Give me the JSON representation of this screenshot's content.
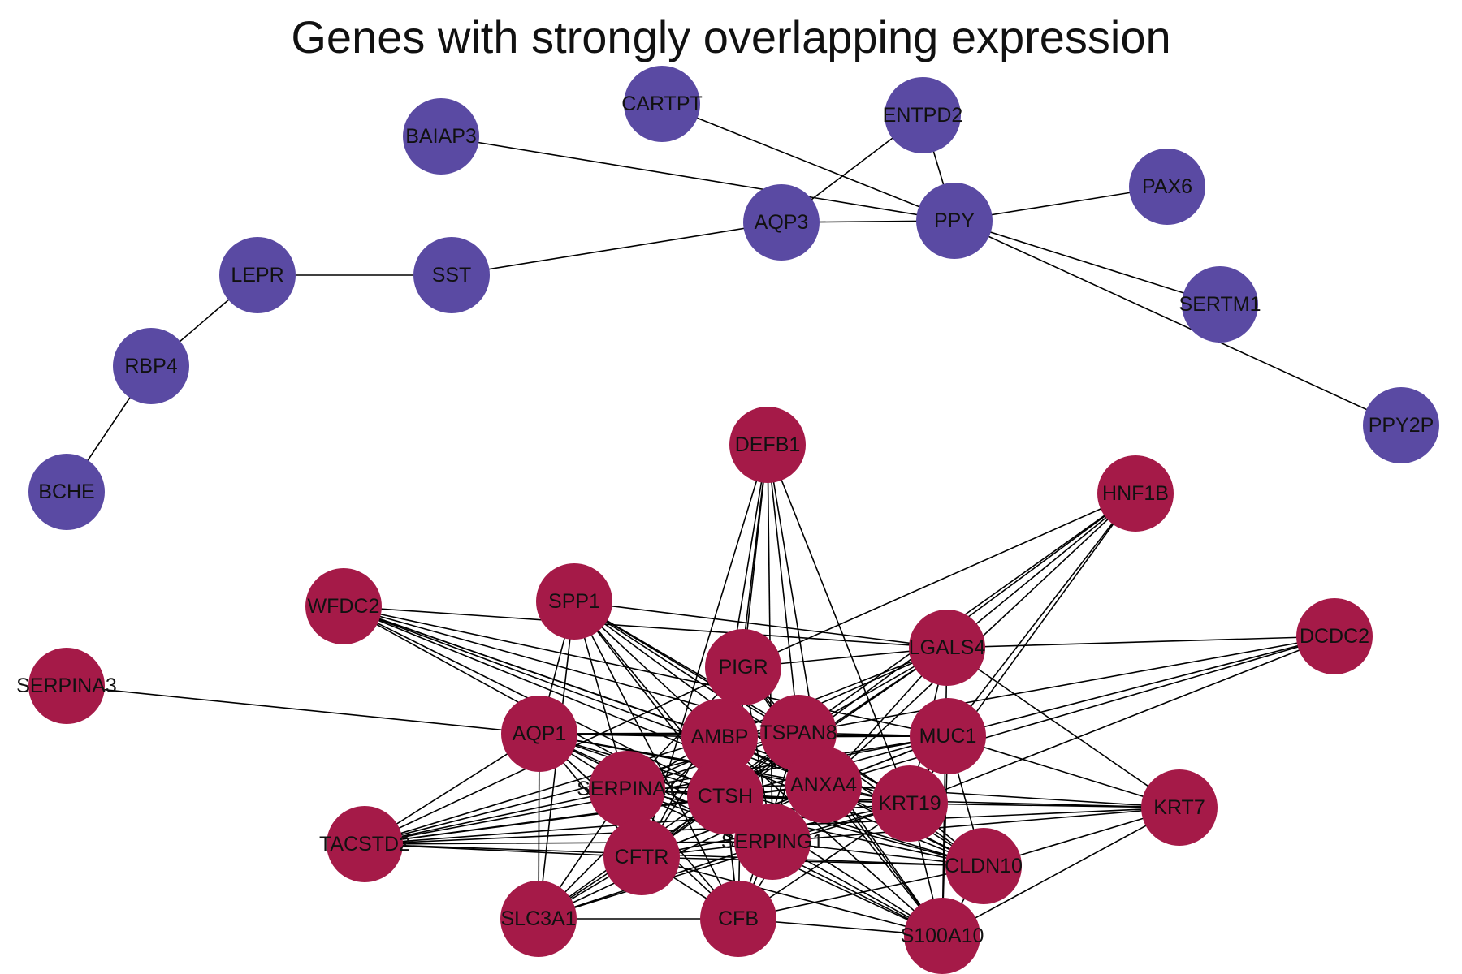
{
  "title": "Genes with strongly overlapping expression",
  "colors": {
    "cluster_1": "#5a4aa3",
    "cluster_2": "#a51a48",
    "edge": "#000000",
    "label": "#111111"
  },
  "nodes": [
    {
      "id": "CARTPT",
      "group": "cluster_1"
    },
    {
      "id": "BAIAP3",
      "group": "cluster_1"
    },
    {
      "id": "ENTPD2",
      "group": "cluster_1"
    },
    {
      "id": "PAX6",
      "group": "cluster_1"
    },
    {
      "id": "AQP3",
      "group": "cluster_1"
    },
    {
      "id": "PPY",
      "group": "cluster_1"
    },
    {
      "id": "LEPR",
      "group": "cluster_1"
    },
    {
      "id": "SST",
      "group": "cluster_1"
    },
    {
      "id": "SERTM1",
      "group": "cluster_1"
    },
    {
      "id": "RBP4",
      "group": "cluster_1"
    },
    {
      "id": "PPY2P",
      "group": "cluster_1"
    },
    {
      "id": "BCHE",
      "group": "cluster_1"
    },
    {
      "id": "DEFB1",
      "group": "cluster_2"
    },
    {
      "id": "HNF1B",
      "group": "cluster_2"
    },
    {
      "id": "SPP1",
      "group": "cluster_2"
    },
    {
      "id": "WFDC2",
      "group": "cluster_2"
    },
    {
      "id": "DCDC2",
      "group": "cluster_2"
    },
    {
      "id": "LGALS4",
      "group": "cluster_2"
    },
    {
      "id": "PIGR",
      "group": "cluster_2"
    },
    {
      "id": "SERPINA3",
      "group": "cluster_2"
    },
    {
      "id": "AQP1",
      "group": "cluster_2"
    },
    {
      "id": "AMBP",
      "group": "cluster_2"
    },
    {
      "id": "TSPAN8",
      "group": "cluster_2"
    },
    {
      "id": "MUC1",
      "group": "cluster_2"
    },
    {
      "id": "SERPINA1",
      "group": "cluster_2"
    },
    {
      "id": "CTSH",
      "group": "cluster_2"
    },
    {
      "id": "ANXA4",
      "group": "cluster_2"
    },
    {
      "id": "KRT19",
      "group": "cluster_2"
    },
    {
      "id": "KRT7",
      "group": "cluster_2"
    },
    {
      "id": "TACSTD2",
      "group": "cluster_2"
    },
    {
      "id": "SERPING1",
      "group": "cluster_2"
    },
    {
      "id": "CFTR",
      "group": "cluster_2"
    },
    {
      "id": "CLDN10",
      "group": "cluster_2"
    },
    {
      "id": "SLC3A1",
      "group": "cluster_2"
    },
    {
      "id": "CFB",
      "group": "cluster_2"
    },
    {
      "id": "S100A10",
      "group": "cluster_2"
    }
  ],
  "edges": [
    [
      "CARTPT",
      "PPY"
    ],
    [
      "BAIAP3",
      "PPY"
    ],
    [
      "ENTPD2",
      "PPY"
    ],
    [
      "ENTPD2",
      "AQP3"
    ],
    [
      "AQP3",
      "PPY"
    ],
    [
      "PPY",
      "PAX6"
    ],
    [
      "PPY",
      "SERTM1"
    ],
    [
      "PPY",
      "PPY2P"
    ],
    [
      "SST",
      "AQP3"
    ],
    [
      "SST",
      "LEPR"
    ],
    [
      "LEPR",
      "RBP4"
    ],
    [
      "RBP4",
      "BCHE"
    ],
    [
      "SERPINA3",
      "AQP1"
    ],
    [
      "DEFB1",
      "PIGR"
    ],
    [
      "DEFB1",
      "AMBP"
    ],
    [
      "DEFB1",
      "TSPAN8"
    ],
    [
      "DEFB1",
      "CTSH"
    ],
    [
      "DEFB1",
      "ANXA4"
    ],
    [
      "DEFB1",
      "SERPING1"
    ],
    [
      "DEFB1",
      "KRT19"
    ],
    [
      "DEFB1",
      "CFTR"
    ],
    [
      "HNF1B",
      "LGALS4"
    ],
    [
      "HNF1B",
      "TSPAN8"
    ],
    [
      "HNF1B",
      "ANXA4"
    ],
    [
      "HNF1B",
      "PIGR"
    ],
    [
      "HNF1B",
      "KRT19"
    ],
    [
      "HNF1B",
      "CTSH"
    ],
    [
      "HNF1B",
      "MUC1"
    ],
    [
      "DCDC2",
      "LGALS4"
    ],
    [
      "DCDC2",
      "TSPAN8"
    ],
    [
      "DCDC2",
      "MUC1"
    ],
    [
      "DCDC2",
      "KRT19"
    ],
    [
      "DCDC2",
      "ANXA4"
    ],
    [
      "WFDC2",
      "LGALS4"
    ],
    [
      "WFDC2",
      "AMBP"
    ],
    [
      "WFDC2",
      "TSPAN8"
    ],
    [
      "WFDC2",
      "CTSH"
    ],
    [
      "WFDC2",
      "ANXA4"
    ],
    [
      "WFDC2",
      "KRT19"
    ],
    [
      "WFDC2",
      "MUC1"
    ],
    [
      "WFDC2",
      "SERPING1"
    ],
    [
      "WFDC2",
      "CLDN10"
    ],
    [
      "SPP1",
      "LGALS4"
    ],
    [
      "SPP1",
      "AMBP"
    ],
    [
      "SPP1",
      "TSPAN8"
    ],
    [
      "SPP1",
      "CTSH"
    ],
    [
      "SPP1",
      "ANXA4"
    ],
    [
      "SPP1",
      "SERPING1"
    ],
    [
      "SPP1",
      "AQP1"
    ],
    [
      "SPP1",
      "SLC3A1"
    ],
    [
      "SPP1",
      "CFB"
    ],
    [
      "SPP1",
      "SERPINA1"
    ],
    [
      "SPP1",
      "KRT19"
    ],
    [
      "SPP1",
      "CLDN10"
    ],
    [
      "LGALS4",
      "PIGR"
    ],
    [
      "LGALS4",
      "AMBP"
    ],
    [
      "LGALS4",
      "TSPAN8"
    ],
    [
      "LGALS4",
      "CTSH"
    ],
    [
      "LGALS4",
      "ANXA4"
    ],
    [
      "LGALS4",
      "KRT19"
    ],
    [
      "LGALS4",
      "KRT7"
    ],
    [
      "LGALS4",
      "SERPINA1"
    ],
    [
      "LGALS4",
      "CFTR"
    ],
    [
      "LGALS4",
      "S100A10"
    ],
    [
      "PIGR",
      "AMBP"
    ],
    [
      "PIGR",
      "TSPAN8"
    ],
    [
      "PIGR",
      "CTSH"
    ],
    [
      "PIGR",
      "ANXA4"
    ],
    [
      "PIGR",
      "SERPINA1"
    ],
    [
      "PIGR",
      "SERPING1"
    ],
    [
      "PIGR",
      "CFB"
    ],
    [
      "PIGR",
      "TACSTD2"
    ],
    [
      "PIGR",
      "CFTR"
    ],
    [
      "PIGR",
      "S100A10"
    ],
    [
      "AQP1",
      "AMBP"
    ],
    [
      "AQP1",
      "TSPAN8"
    ],
    [
      "AQP1",
      "CTSH"
    ],
    [
      "AQP1",
      "ANXA4"
    ],
    [
      "AQP1",
      "MUC1"
    ],
    [
      "AQP1",
      "SERPINA1"
    ],
    [
      "AQP1",
      "CFTR"
    ],
    [
      "AQP1",
      "TACSTD2"
    ],
    [
      "AQP1",
      "SLC3A1"
    ],
    [
      "AQP1",
      "CFB"
    ],
    [
      "AQP1",
      "SERPING1"
    ],
    [
      "AQP1",
      "KRT19"
    ],
    [
      "AQP1",
      "CLDN10"
    ],
    [
      "AQP1",
      "S100A10"
    ],
    [
      "AMBP",
      "TSPAN8"
    ],
    [
      "AMBP",
      "MUC1"
    ],
    [
      "AMBP",
      "CTSH"
    ],
    [
      "AMBP",
      "ANXA4"
    ],
    [
      "AMBP",
      "KRT19"
    ],
    [
      "AMBP",
      "SERPINA1"
    ],
    [
      "AMBP",
      "SERPING1"
    ],
    [
      "AMBP",
      "CFTR"
    ],
    [
      "AMBP",
      "CFB"
    ],
    [
      "AMBP",
      "SLC3A1"
    ],
    [
      "AMBP",
      "CLDN10"
    ],
    [
      "AMBP",
      "S100A10"
    ],
    [
      "AMBP",
      "TACSTD2"
    ],
    [
      "TSPAN8",
      "MUC1"
    ],
    [
      "TSPAN8",
      "CTSH"
    ],
    [
      "TSPAN8",
      "ANXA4"
    ],
    [
      "TSPAN8",
      "KRT19"
    ],
    [
      "TSPAN8",
      "SERPINA1"
    ],
    [
      "TSPAN8",
      "CFTR"
    ],
    [
      "TSPAN8",
      "SERPING1"
    ],
    [
      "TSPAN8",
      "CLDN10"
    ],
    [
      "TSPAN8",
      "S100A10"
    ],
    [
      "TSPAN8",
      "TACSTD2"
    ],
    [
      "TSPAN8",
      "SLC3A1"
    ],
    [
      "TSPAN8",
      "CFB"
    ],
    [
      "MUC1",
      "ANXA4"
    ],
    [
      "MUC1",
      "KRT19"
    ],
    [
      "MUC1",
      "CLDN10"
    ],
    [
      "MUC1",
      "KRT7"
    ],
    [
      "MUC1",
      "CTSH"
    ],
    [
      "MUC1",
      "SERPINA1"
    ],
    [
      "MUC1",
      "TACSTD2"
    ],
    [
      "MUC1",
      "S100A10"
    ],
    [
      "MUC1",
      "CFTR"
    ],
    [
      "SERPINA1",
      "CTSH"
    ],
    [
      "SERPINA1",
      "ANXA4"
    ],
    [
      "SERPINA1",
      "CFTR"
    ],
    [
      "SERPINA1",
      "SLC3A1"
    ],
    [
      "SERPINA1",
      "CFB"
    ],
    [
      "SERPINA1",
      "SERPING1"
    ],
    [
      "SERPINA1",
      "TACSTD2"
    ],
    [
      "SERPINA1",
      "KRT19"
    ],
    [
      "SERPINA1",
      "CLDN10"
    ],
    [
      "SERPINA1",
      "S100A10"
    ],
    [
      "CTSH",
      "ANXA4"
    ],
    [
      "CTSH",
      "KRT19"
    ],
    [
      "CTSH",
      "CFTR"
    ],
    [
      "CTSH",
      "SERPING1"
    ],
    [
      "CTSH",
      "CFB"
    ],
    [
      "CTSH",
      "SLC3A1"
    ],
    [
      "CTSH",
      "TACSTD2"
    ],
    [
      "CTSH",
      "CLDN10"
    ],
    [
      "CTSH",
      "S100A10"
    ],
    [
      "CTSH",
      "KRT7"
    ],
    [
      "ANXA4",
      "KRT19"
    ],
    [
      "ANXA4",
      "SERPING1"
    ],
    [
      "ANXA4",
      "CFTR"
    ],
    [
      "ANXA4",
      "CLDN10"
    ],
    [
      "ANXA4",
      "S100A10"
    ],
    [
      "ANXA4",
      "KRT7"
    ],
    [
      "ANXA4",
      "CFB"
    ],
    [
      "ANXA4",
      "SLC3A1"
    ],
    [
      "ANXA4",
      "TACSTD2"
    ],
    [
      "KRT19",
      "KRT7"
    ],
    [
      "KRT19",
      "CLDN10"
    ],
    [
      "KRT19",
      "S100A10"
    ],
    [
      "KRT19",
      "SERPING1"
    ],
    [
      "KRT19",
      "CFTR"
    ],
    [
      "KRT19",
      "TACSTD2"
    ],
    [
      "KRT19",
      "CFB"
    ],
    [
      "KRT19",
      "SLC3A1"
    ],
    [
      "KRT7",
      "CLDN10"
    ],
    [
      "KRT7",
      "S100A10"
    ],
    [
      "KRT7",
      "TACSTD2"
    ],
    [
      "KRT7",
      "SERPING1"
    ],
    [
      "TACSTD2",
      "CFTR"
    ],
    [
      "TACSTD2",
      "SERPING1"
    ],
    [
      "TACSTD2",
      "CLDN10"
    ],
    [
      "SERPING1",
      "CFTR"
    ],
    [
      "SERPING1",
      "CFB"
    ],
    [
      "SERPING1",
      "CLDN10"
    ],
    [
      "SERPING1",
      "S100A10"
    ],
    [
      "SERPING1",
      "SLC3A1"
    ],
    [
      "CFTR",
      "SLC3A1"
    ],
    [
      "CFTR",
      "CFB"
    ],
    [
      "CFTR",
      "CLDN10"
    ],
    [
      "CFTR",
      "S100A10"
    ],
    [
      "CLDN10",
      "S100A10"
    ],
    [
      "CLDN10",
      "CFB"
    ],
    [
      "SLC3A1",
      "CFB"
    ],
    [
      "CFB",
      "S100A10"
    ]
  ]
}
